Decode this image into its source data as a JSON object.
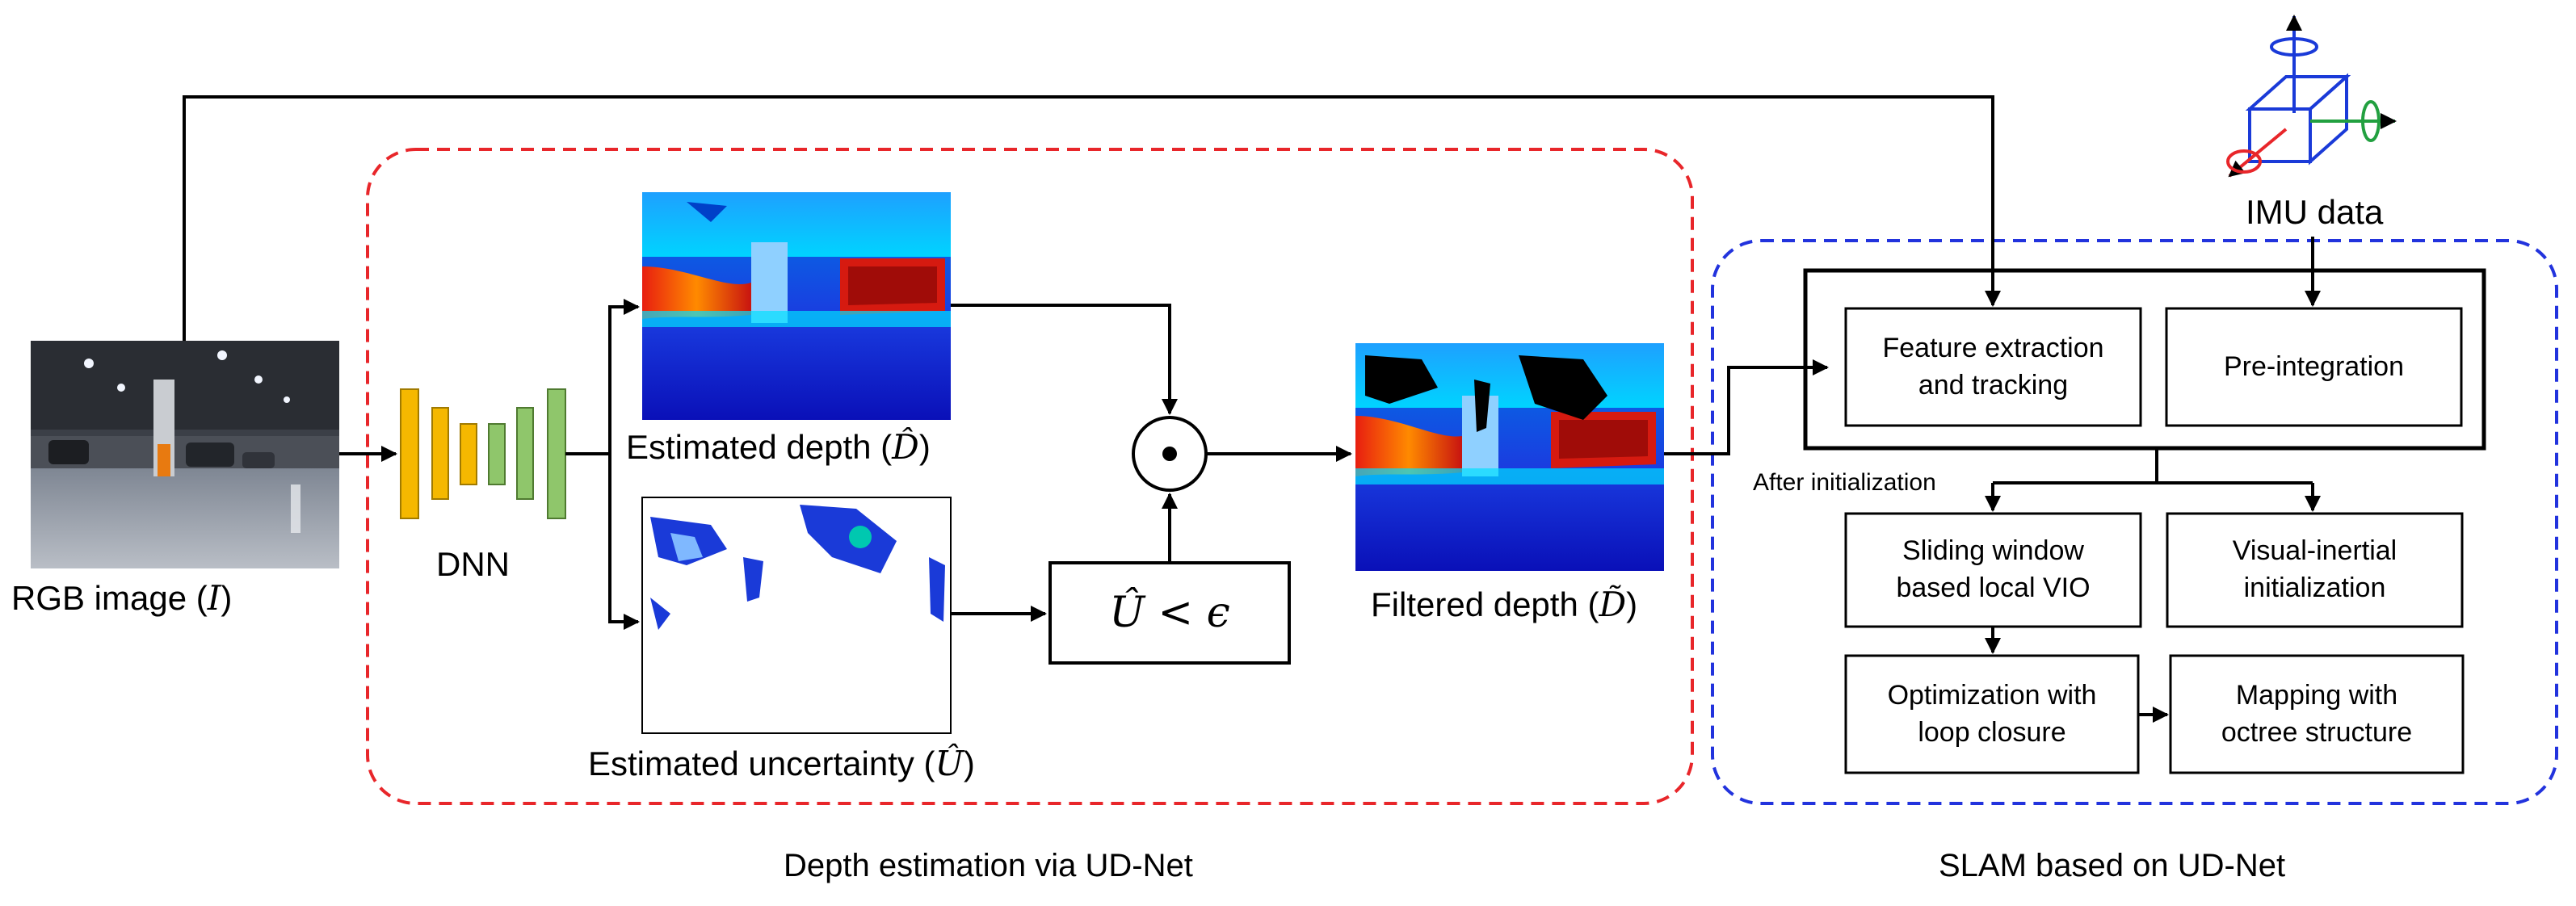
{
  "input": {
    "label_text": "RGB image (",
    "label_symbol": "I",
    "label_close": ")"
  },
  "dnn": {
    "label": "DNN"
  },
  "depth": {
    "label_text": "Estimated depth (",
    "label_symbol": "D̂",
    "label_close": ")"
  },
  "uncertainty": {
    "label_text": "Estimated uncertainty (",
    "label_symbol": "Û",
    "label_close": ")"
  },
  "threshold": {
    "expression": "Û < ϵ"
  },
  "product": {
    "symbol": "⊙"
  },
  "filtered": {
    "label_text": "Filtered depth (",
    "label_symbol": "D̃",
    "label_close": ")"
  },
  "imu": {
    "label": "IMU data"
  },
  "slam": {
    "feature": "Feature extraction\nand tracking",
    "preint": "Pre-integration",
    "after_init": "After initialization",
    "sliding": "Sliding window\nbased local VIO",
    "vi_init": "Visual-inertial\ninitialization",
    "optimization": "Optimization with\nloop closure",
    "mapping": "Mapping with\noctree structure"
  },
  "groups": {
    "depth_estimation": "Depth estimation via UD-Net",
    "slam": "SLAM based on UD-Net",
    "depth_color": "#e8262a",
    "slam_color": "#2233dd"
  },
  "colors": {
    "dnn_orange": "#f5b800",
    "dnn_green": "#8fc66b"
  }
}
